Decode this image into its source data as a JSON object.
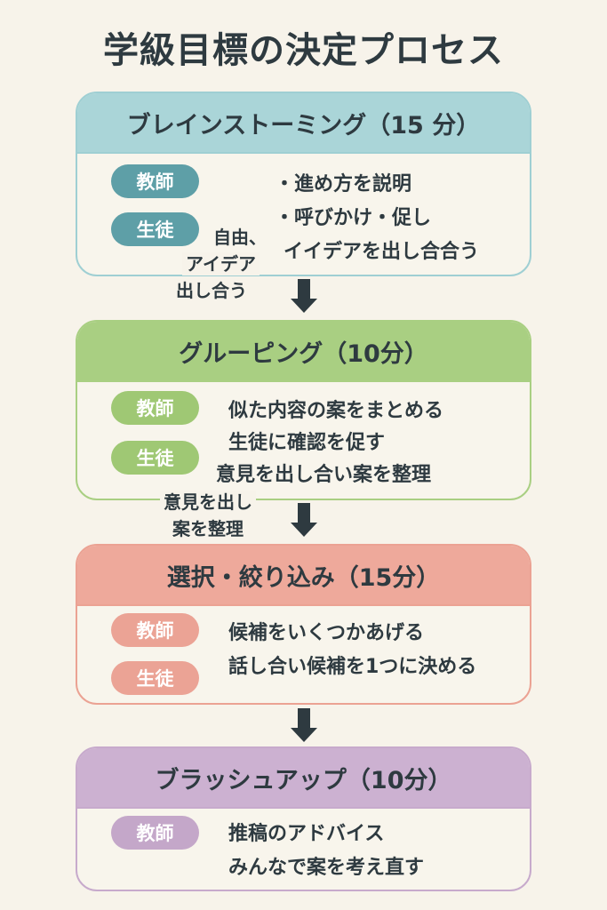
{
  "title": "学級目標の決定プロセス",
  "roles": {
    "teacher": "教師",
    "student": "生徒"
  },
  "steps": [
    {
      "title": "ブレインストーミング（15 分）",
      "lines": [
        "・進め方を説明",
        "・呼びかけ・促し",
        "イイデアを出し合合う"
      ],
      "header_color": "#aad5d8",
      "border_color": "#9fcfd3",
      "pill_color": "#5e9fa7"
    },
    {
      "title": "グルーピング（10分）",
      "lines": [
        "似た内容の案をまとめる",
        "生徒に確認を促す",
        "意見を出し合い案を整理"
      ],
      "header_color": "#a9cf82",
      "border_color": "#a9cf82",
      "pill_color": "#9fc874"
    },
    {
      "title": "選択・絞り込み（15分）",
      "lines": [
        "候補をいくつかあげる",
        "話し合い候補を1つに決める"
      ],
      "header_color": "#eea99b",
      "border_color": "#eba293",
      "pill_color": "#eba395"
    },
    {
      "title": "ブラッシュアップ（10分）",
      "lines": [
        "推稿のアドバイス",
        "みんなで案を考え直す"
      ],
      "header_color": "#ccb1d1",
      "border_color": "#c7aacc",
      "pill_color": "#c4a7c9"
    }
  ],
  "notes": {
    "n1a": "自由、",
    "n1b": "アイデア",
    "n1c": "出し合う",
    "n2a": "意見を出し",
    "n2b": "案を整理"
  }
}
